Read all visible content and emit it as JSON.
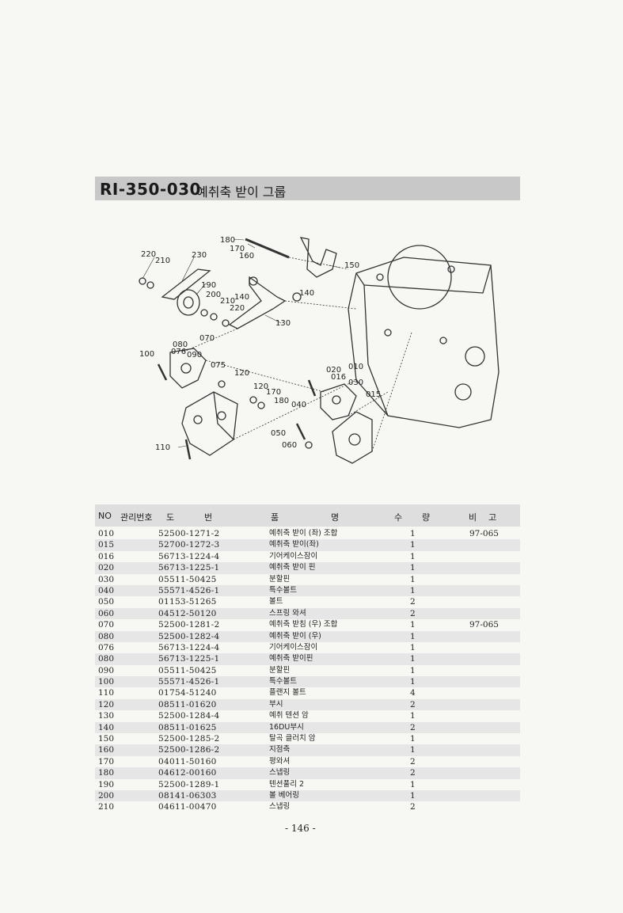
{
  "title": {
    "code": "RI-350-030",
    "name": "예취축 받이 그룹"
  },
  "diagram": {
    "callouts": [
      "180",
      "170",
      "160",
      "150",
      "220",
      "210",
      "230",
      "190",
      "200",
      "210",
      "220",
      "140",
      "140",
      "130",
      "070",
      "080",
      "076",
      "090",
      "100",
      "075",
      "120",
      "120",
      "170",
      "180",
      "010",
      "020",
      "016",
      "030",
      "015",
      "040",
      "050",
      "060",
      "110"
    ]
  },
  "table": {
    "headers": {
      "no": "NO",
      "mgmt": "관리번호",
      "do": "도",
      "beon": "번",
      "pum": "품",
      "myeong": "명",
      "su": "수",
      "ryang": "량",
      "bi": "비",
      "go": "고"
    },
    "rows": [
      {
        "no": "010",
        "part": "52500-1271-2",
        "name": "예취축 받이 (좌) 조합",
        "qty": "1",
        "note": "97-065"
      },
      {
        "no": "015",
        "part": "52700-1272-3",
        "name": "예취축 받이(좌)",
        "qty": "1",
        "note": ""
      },
      {
        "no": "016",
        "part": "56713-1224-4",
        "name": "기어케이스잠이",
        "qty": "1",
        "note": ""
      },
      {
        "no": "020",
        "part": "56713-1225-1",
        "name": "예취축 받이 핀",
        "qty": "1",
        "note": ""
      },
      {
        "no": "030",
        "part": "05511-50425",
        "name": "분할핀",
        "qty": "1",
        "note": ""
      },
      {
        "no": "040",
        "part": "55571-4526-1",
        "name": "특수볼트",
        "qty": "1",
        "note": ""
      },
      {
        "no": "050",
        "part": "01153-51265",
        "name": "볼트",
        "qty": "2",
        "note": ""
      },
      {
        "no": "060",
        "part": "04512-50120",
        "name": "스프링 와셔",
        "qty": "2",
        "note": ""
      },
      {
        "no": "070",
        "part": "52500-1281-2",
        "name": "예취축 받침 (우) 조합",
        "qty": "1",
        "note": "97-065"
      },
      {
        "no": "080",
        "part": "52500-1282-4",
        "name": "예취축 받이 (우)",
        "qty": "1",
        "note": ""
      },
      {
        "no": "076",
        "part": "56713-1224-4",
        "name": "기어케이스잠이",
        "qty": "1",
        "note": ""
      },
      {
        "no": "080",
        "part": "56713-1225-1",
        "name": "예취축 받이핀",
        "qty": "1",
        "note": ""
      },
      {
        "no": "090",
        "part": "05511-50425",
        "name": "분할핀",
        "qty": "1",
        "note": ""
      },
      {
        "no": "100",
        "part": "55571-4526-1",
        "name": "특수볼트",
        "qty": "1",
        "note": ""
      },
      {
        "no": "110",
        "part": "01754-51240",
        "name": "플랜지 볼트",
        "qty": "4",
        "note": ""
      },
      {
        "no": "120",
        "part": "08511-01620",
        "name": "부시",
        "qty": "2",
        "note": ""
      },
      {
        "no": "130",
        "part": "52500-1284-4",
        "name": "예취 텐션 암",
        "qty": "1",
        "note": ""
      },
      {
        "no": "140",
        "part": "08511-01625",
        "name": "16DU부시",
        "qty": "2",
        "note": ""
      },
      {
        "no": "150",
        "part": "52500-1285-2",
        "name": "탈곡 클러치 암",
        "qty": "1",
        "note": ""
      },
      {
        "no": "160",
        "part": "52500-1286-2",
        "name": "지점축",
        "qty": "1",
        "note": ""
      },
      {
        "no": "170",
        "part": "04011-50160",
        "name": "평와셔",
        "qty": "2",
        "note": ""
      },
      {
        "no": "180",
        "part": "04612-00160",
        "name": "스냅링",
        "qty": "2",
        "note": ""
      },
      {
        "no": "190",
        "part": "52500-1289-1",
        "name": "텐션풀리 2",
        "qty": "1",
        "note": ""
      },
      {
        "no": "200",
        "part": "08141-06303",
        "name": "볼 베어링",
        "qty": "1",
        "note": ""
      },
      {
        "no": "210",
        "part": "04611-00470",
        "name": "스냅링",
        "qty": "2",
        "note": ""
      }
    ]
  },
  "page_number": "- 146 -"
}
